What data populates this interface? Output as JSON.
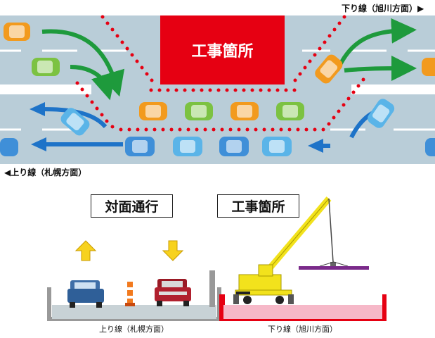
{
  "top_view": {
    "work_zone_label": "工事箇所",
    "direction_down_label": "下り線（旭川方面）▶",
    "direction_up_label": "◀上り線（札幌方面）"
  },
  "section_view": {
    "two_way_box": "対面通行",
    "work_box": "工事箇所",
    "up_line_label": "上り線（札幌方面）",
    "down_line_label": "下り線（旭川方面）"
  },
  "colors": {
    "road": "#b9cdd8",
    "lane_line": "#ffffff",
    "work_zone": "#e60012",
    "cone_dots": "#e60012",
    "green_arrow": "#1e9a3c",
    "blue_arrow": "#1e73c8",
    "up_arrow": "#f7d21e",
    "car_orange": "#f29a1e",
    "car_green": "#7cc242",
    "car_blue": "#3f8fd8",
    "car_light_blue": "#5ab4e8",
    "crane_yellow": "#f2e21c",
    "pink_lane": "#f6b8c8",
    "grey_lane": "#c8d2d6"
  }
}
